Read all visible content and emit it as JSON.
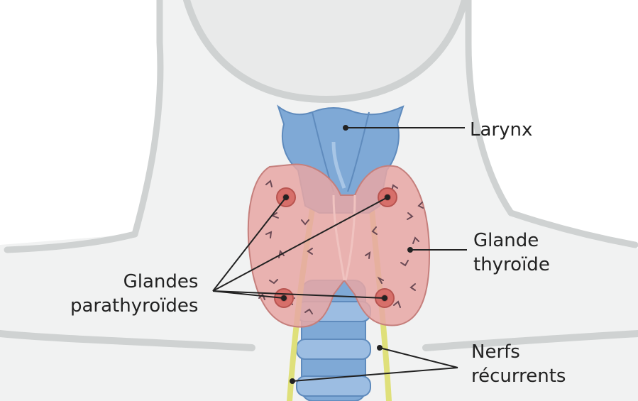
{
  "labels": {
    "larynx": "Larynx",
    "thyroid_line1": "Glande",
    "thyroid_line2": "thyroïde",
    "parathyroid_line1": "Glandes",
    "parathyroid_line2": "parathyroïdes",
    "nerves_line1": "Nerfs",
    "nerves_line2": "récurrents"
  },
  "colors": {
    "background": "#ffffff",
    "neck_fill": "#f1f2f2",
    "outline": "#cfd2d2",
    "larynx": "#7fa9d6",
    "thyroid": "#e8a7a4",
    "parathyroid": "#d76f6a",
    "nerve": "#dfe07a",
    "leader": "#222222"
  }
}
